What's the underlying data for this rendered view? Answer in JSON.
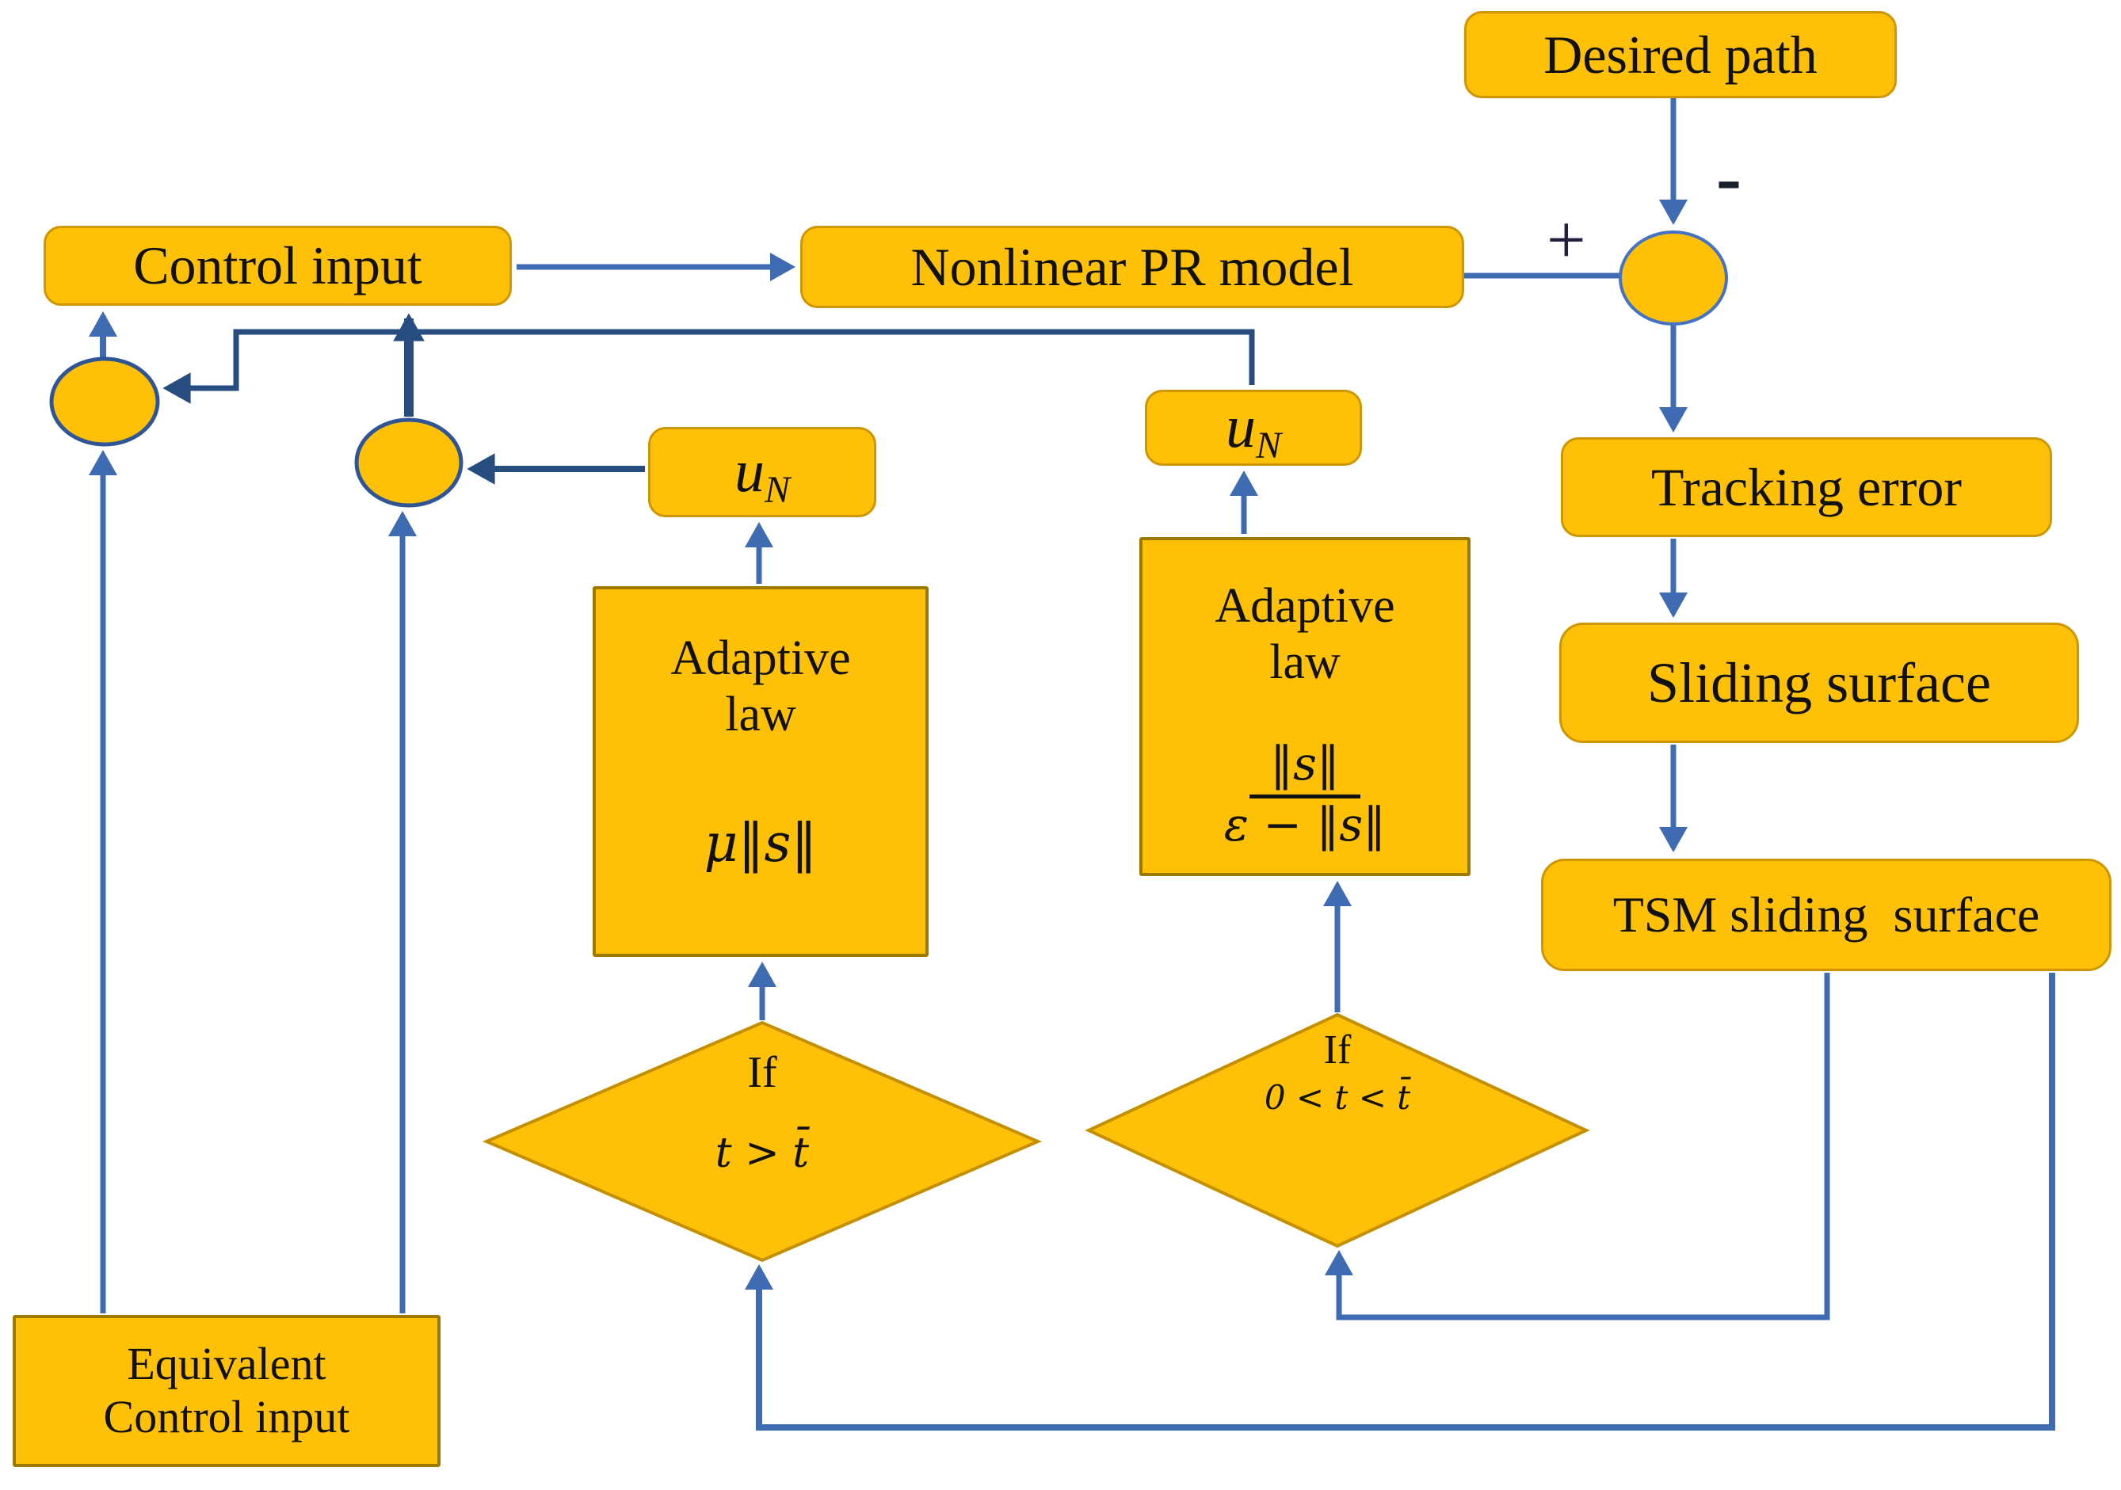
{
  "nodes": {
    "desired_path": "Desired path",
    "control_input": "Control input",
    "nonlinear_pr_model": "Nonlinear PR model",
    "tracking_error": "Tracking error",
    "sliding_surface": "Sliding surface",
    "tsm_sliding_surface": "TSM sliding  surface",
    "u_n_left": {
      "base": "u",
      "sub": "N"
    },
    "u_n_right": {
      "base": "u",
      "sub": "N"
    },
    "adaptive_law_left": {
      "line1": "Adaptive",
      "line2": "law",
      "formula": "μ‖s‖"
    },
    "adaptive_law_right": {
      "line1": "Adaptive",
      "line2": "law",
      "numerator": "‖s‖",
      "denominator": "ε − ‖s‖"
    },
    "equivalent_control_input": {
      "line1": "Equivalent",
      "line2": "Control input"
    },
    "decision_left": {
      "keyword": "If",
      "condition": "t > t̄"
    },
    "decision_right": {
      "keyword": "If",
      "condition": "0 < t < t̄"
    }
  },
  "junction_signs": {
    "plus": "+",
    "minus": "-"
  },
  "colors": {
    "node-fill": "#FFC008",
    "node-border": "#CE9600",
    "square-border": "#9C7A00",
    "circle-border": "#2F5597",
    "circle-border-light": "#4472C4",
    "arrow": "#3F6BB3",
    "arrow-dark": "#274C80",
    "text": "#111111",
    "plus": "#241D3E",
    "minus": "#16212E",
    "bg": "#FFFFFF"
  }
}
